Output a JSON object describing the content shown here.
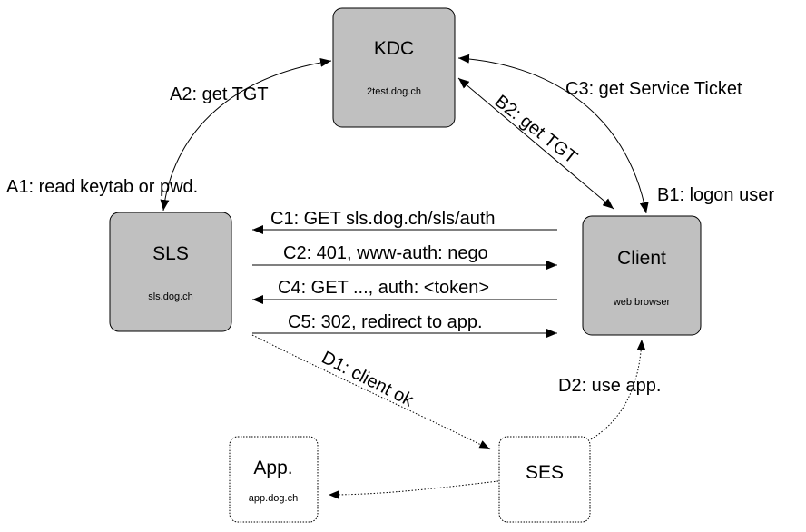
{
  "nodes": {
    "kdc": {
      "title": "KDC",
      "subtitle": "2test.dog.ch",
      "fill": "#c0c0c0"
    },
    "sls": {
      "title": "SLS",
      "subtitle": "sls.dog.ch",
      "fill": "#c0c0c0"
    },
    "client": {
      "title": "Client",
      "subtitle": "web browser",
      "fill": "#c0c0c0"
    },
    "app": {
      "title": "App.",
      "subtitle": "app.dog.ch",
      "fill": "#ffffff"
    },
    "ses": {
      "title": "SES",
      "subtitle": "",
      "fill": "#ffffff"
    }
  },
  "labels": {
    "a1": "A1: read keytab or pwd.",
    "a2": "A2: get TGT",
    "b1": "B1: logon user",
    "b2": "B2: get TGT",
    "c1": "C1: GET sls.dog.ch/sls/auth",
    "c2": "C2: 401, www-auth: nego",
    "c3": "C3: get Service Ticket",
    "c4": "C4: GET ..., auth: <token>",
    "c5": "C5: 302, redirect to app.",
    "d1": "D1: client ok",
    "d2": "D2: use app."
  }
}
